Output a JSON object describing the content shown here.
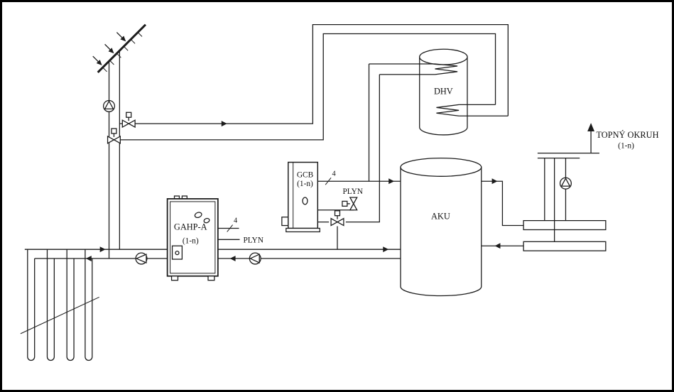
{
  "diagram": {
    "background": "#ffffff",
    "line_color": "#1c1c1c",
    "tanks": [
      {
        "id": "dhv",
        "label": "DHV"
      },
      {
        "id": "aku",
        "label": "AKU"
      }
    ],
    "units": [
      {
        "id": "gahp",
        "name": "GAHP-A",
        "range": "(1-n)",
        "gas_label": "PLYN",
        "pipe_mark": "4"
      },
      {
        "id": "gcb",
        "name": "GCB",
        "range": "(1-n)",
        "gas_label": "PLYN",
        "pipe_mark": "4"
      }
    ],
    "heating_circuit": {
      "label": "TOPNÝ OKRUH",
      "range": "(1-n)"
    }
  }
}
